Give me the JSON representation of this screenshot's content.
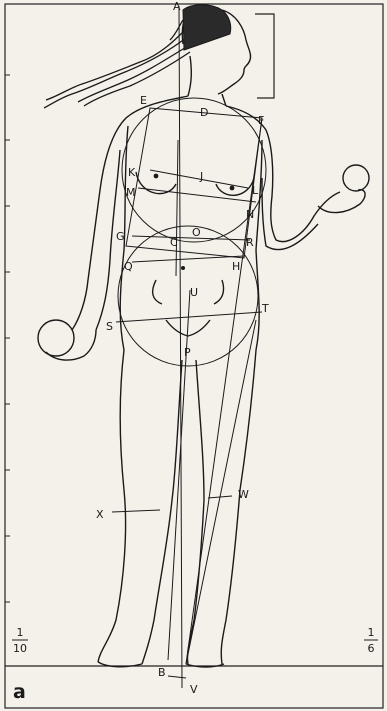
{
  "panel_label": "a",
  "ratios": {
    "left": {
      "numerator": "1",
      "denominator": "10"
    },
    "right": {
      "numerator": "1",
      "denominator": "6"
    }
  },
  "point_labels": [
    "A",
    "E",
    "D",
    "F",
    "K",
    "J",
    "L",
    "M",
    "N",
    "G",
    "C",
    "O",
    "R",
    "Q",
    "H",
    "U",
    "S",
    "T",
    "P",
    "X",
    "W",
    "B",
    "V"
  ]
}
